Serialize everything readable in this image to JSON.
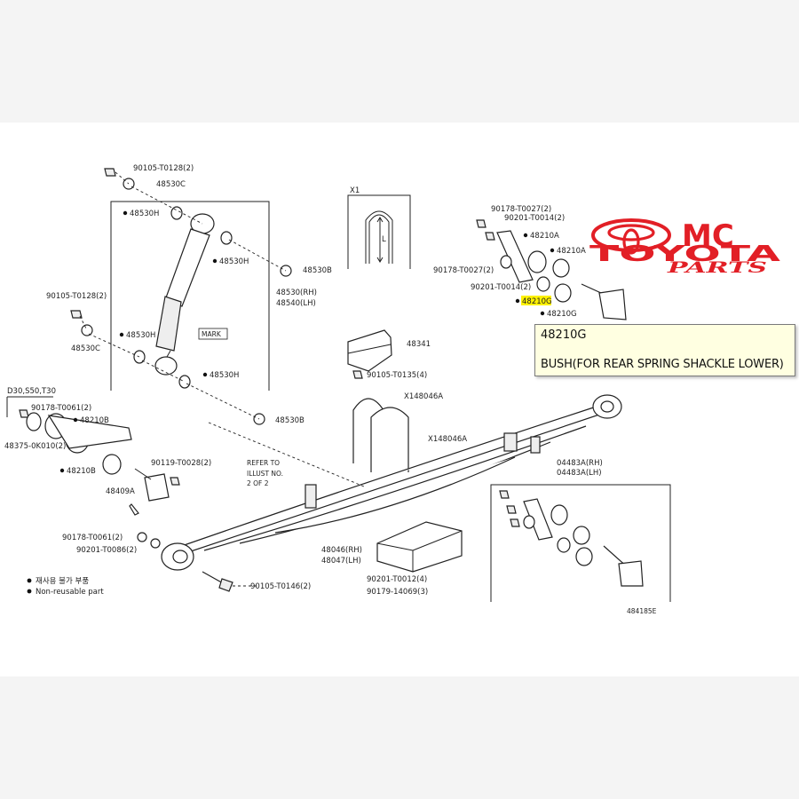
{
  "logo": {
    "brand_line_1": "MC",
    "brand_line_2": "TOYOTA",
    "brand_line_3": "PARTS",
    "color": "#e21f26"
  },
  "callouts": {
    "c1": "90105-T0128(2)",
    "c2": "48530C",
    "c3": "48530H",
    "c4": "48530H",
    "c5": "48530B",
    "c6": "48530(RH)",
    "c7": "48540(LH)",
    "c8": "90105-T0128(2)",
    "c9": "48530H",
    "c10": "MARK",
    "c11": "48530C",
    "c12": "48530H",
    "c13": "48530B",
    "c14": "X1",
    "c15": "L",
    "c16": "48341",
    "c17": "90105-T0135(4)",
    "c18": "X148046A",
    "c19": "X148046A",
    "c20": "90178-T0027(2)",
    "c21": "90201-T0014(2)",
    "c22": "48210A",
    "c23": "48210A",
    "c24": "90178-T0027(2)",
    "c25": "90201-T0014(2)",
    "c26": "48210G",
    "c27": "48210G",
    "c28": "04483A(RH)",
    "c29": "04483A(LH)",
    "c30": "D30,S50,T30",
    "c31": "90178-T0061(2)",
    "c32": "48210B",
    "c33": "48375-0K010(2)",
    "c34": "48210B",
    "c35": "90119-T0028(2)",
    "c36": "48409A",
    "c37": "REFER TO",
    "c38": "ILLUST NO.",
    "c39": "2 OF 2",
    "c40": "90178-T0061(2)",
    "c41": "90201-T0086(2)",
    "c42": "90105-T0146(2)",
    "c43": "48046(RH)",
    "c44": "48047(LH)",
    "c45": "90201-T0012(4)",
    "c46": "90179-14069(3)",
    "c47": "484185E"
  },
  "legend": {
    "item1": "재사용 불가 부품",
    "item2": "Non-reusable part"
  },
  "tooltip": {
    "part_number": "48210G",
    "description": "BUSH(FOR REAR SPRING SHACKLE LOWER)"
  }
}
